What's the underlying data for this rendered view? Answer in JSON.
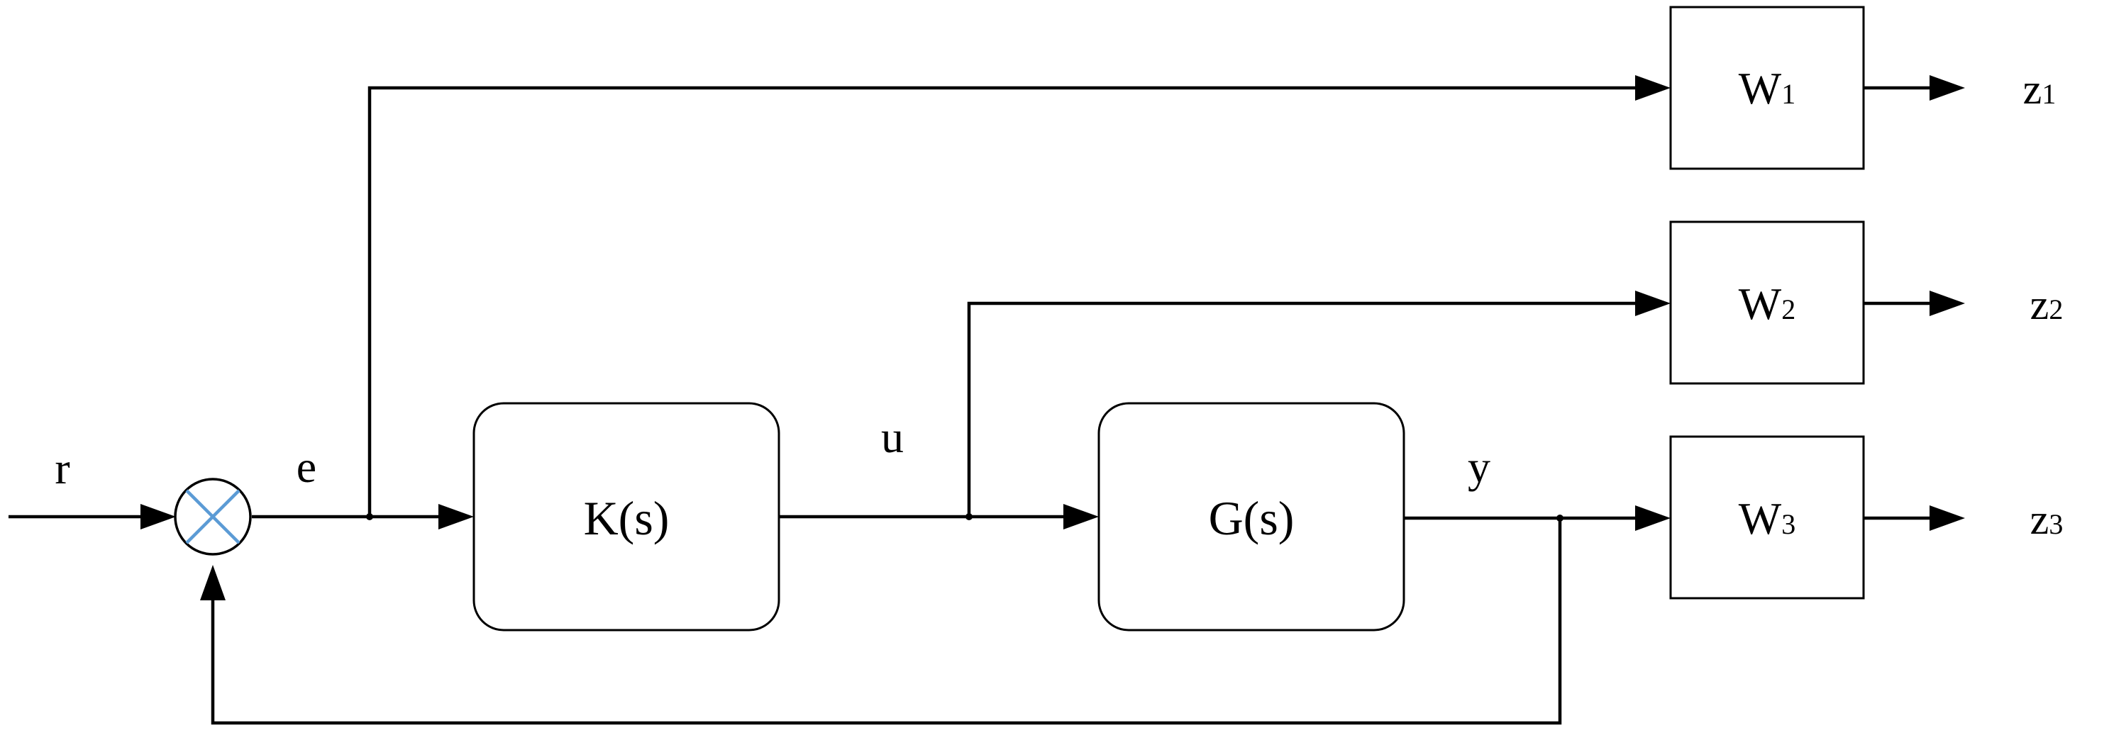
{
  "signals": {
    "r": "r",
    "e": "e",
    "u": "u",
    "y": "y"
  },
  "blocks": {
    "controller": "K(s)",
    "plant": "G(s)",
    "weights": [
      {
        "base": "W",
        "sub": "1"
      },
      {
        "base": "W",
        "sub": "2"
      },
      {
        "base": "W",
        "sub": "3"
      }
    ]
  },
  "outputs": [
    {
      "base": "z",
      "sub": "1"
    },
    {
      "base": "z",
      "sub": "2"
    },
    {
      "base": "z",
      "sub": "3"
    }
  ],
  "colors": {
    "line": "#000000",
    "summing_cross": "#5b9bd5"
  }
}
